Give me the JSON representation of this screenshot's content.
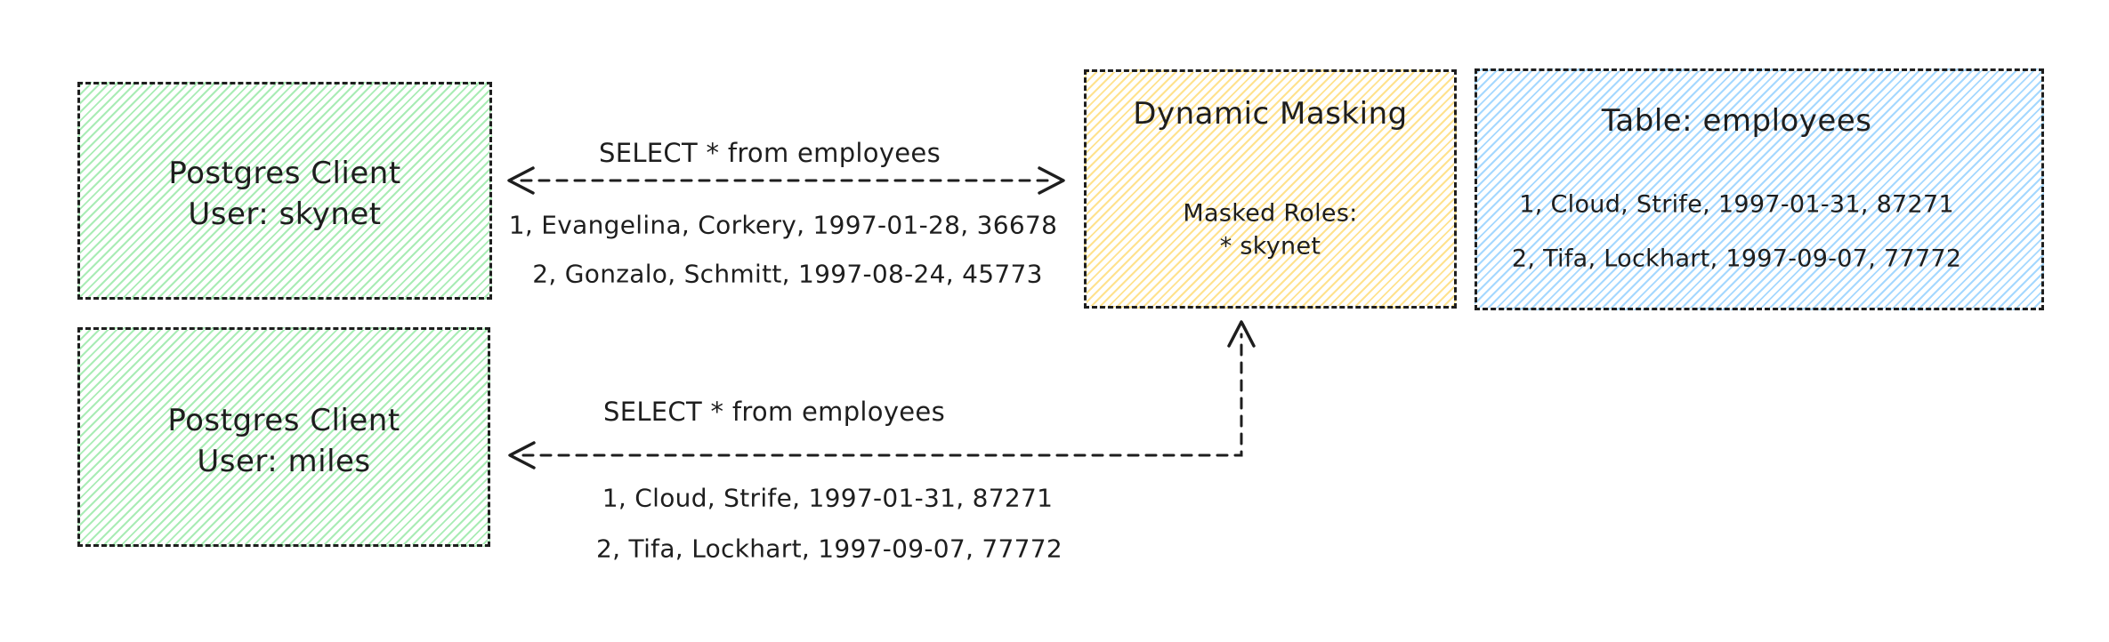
{
  "diagram": {
    "background": "#ffffff",
    "stroke_color": "#1e1e1e"
  },
  "nodes": {
    "client_skynet": {
      "line1": "Postgres Client",
      "line2": "User: skynet",
      "fill": "#a9ecb5"
    },
    "client_miles": {
      "line1": "Postgres Client",
      "line2": "User: miles",
      "fill": "#a9ecb5"
    },
    "masking": {
      "title": "Dynamic Masking",
      "roles_heading": "Masked Roles:",
      "role_item": "* skynet",
      "fill": "#ffe28e"
    },
    "employees_table": {
      "title": "Table: employees",
      "rows": [
        "1, Cloud, Strife, 1997-01-31, 87271",
        "2, Tifa, Lockhart, 1997-09-07, 77772"
      ],
      "fill": "#a5d8ff"
    }
  },
  "flows": {
    "skynet": {
      "query": "SELECT * from employees",
      "results": [
        "1, Evangelina, Corkery, 1997-01-28, 36678",
        "2, Gonzalo, Schmitt, 1997-08-24, 45773"
      ]
    },
    "miles": {
      "query": "SELECT * from employees",
      "results": [
        "1, Cloud, Strife, 1997-01-31, 87271",
        "2, Tifa, Lockhart, 1997-09-07, 77772"
      ]
    }
  }
}
